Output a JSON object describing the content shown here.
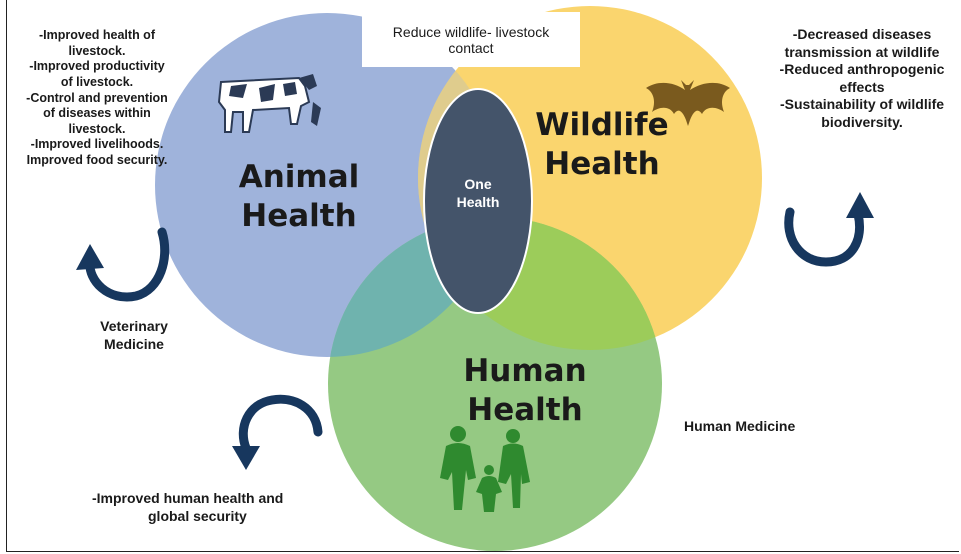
{
  "colors": {
    "animal_circle": "#9fb3db",
    "wildlife_circle": "#fad56e",
    "human_circle": "#95c983",
    "center_oval": "#44546a",
    "arrow": "#17375e"
  },
  "top_label": [
    "Reduce wildlife- livestock",
    "contact"
  ],
  "animal": {
    "title": [
      "Animal",
      "Health"
    ],
    "benefits": [
      "-Improved health of",
      "livestock.",
      "-Improved productivity",
      "of livestock.",
      "-Control and prevention",
      "of diseases within",
      "livestock.",
      "-Improved livelihoods.",
      "Improved food security."
    ],
    "discipline": [
      "Veterinary",
      "Medicine"
    ],
    "icon": "cow-icon"
  },
  "wildlife": {
    "title": [
      "Wildlife",
      "Health"
    ],
    "benefits": [
      "-Decreased diseases",
      "transmission at wildlife",
      "-Reduced anthropogenic",
      "effects",
      "-Sustainability of wildlife",
      "biodiversity."
    ],
    "icon": "bat-icon"
  },
  "human": {
    "title": [
      "Human",
      "Health"
    ],
    "discipline": "Human Medicine",
    "benefits": [
      "-Improved human health and",
      "global security"
    ],
    "icon": "family-icon"
  },
  "center": [
    "One",
    "Health"
  ]
}
